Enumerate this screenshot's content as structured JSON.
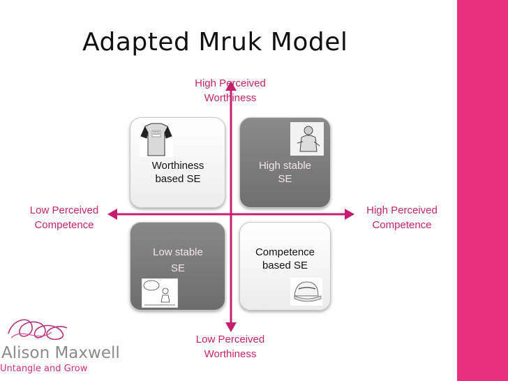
{
  "slide": {
    "title": "Adapted Mruk Model"
  },
  "axes": {
    "top_line1": "High Perceived",
    "top_line2": "Worthiness",
    "bottom_line1": "Low Perceived",
    "bottom_line2": "Worthiness",
    "left_line1": "Low Perceived",
    "left_line2": "Competence",
    "right_line1": "High Perceived",
    "right_line2": "Competence"
  },
  "quadrants": {
    "top_left_line1": "Worthiness",
    "top_left_line2": "based SE",
    "top_right_line1": "High stable",
    "top_right_line2": "SE",
    "bottom_left_line1": "Low stable",
    "bottom_left_line2": "SE",
    "bottom_right_line1": "Competence",
    "bottom_right_line2": "based SE"
  },
  "logo": {
    "name": "Alison Maxwell",
    "tagline": "Untangle and Grow"
  },
  "colors": {
    "accent": "#e8317d",
    "axis_label": "#c3246a",
    "arrow": "#c51e6e"
  }
}
